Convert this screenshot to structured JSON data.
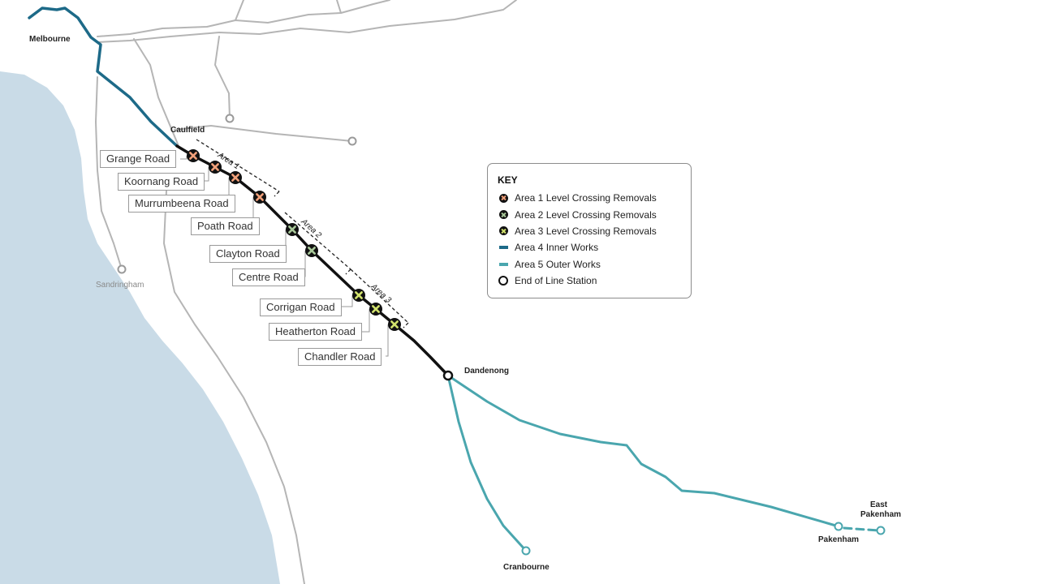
{
  "colors": {
    "water": "#c9dbe7",
    "minor_line": "#b5b5b5",
    "main_line": "#111111",
    "inner_works": "#1d6a88",
    "outer_works": "#4aa6ae",
    "area1_marker": "#f0a07a",
    "area2_marker": "#a9c99a",
    "area3_marker": "#d2e36d"
  },
  "places": {
    "melbourne": "Melbourne",
    "caulfield": "Caulfield",
    "sandringham": "Sandringham",
    "dandenong": "Dandenong",
    "cranbourne": "Cranbourne",
    "pakenham": "Pakenham",
    "east_pakenham_line1": "East",
    "east_pakenham_line2": "Pakenham"
  },
  "areas": {
    "area1": "Area 1",
    "area2": "Area 2",
    "area3": "Area 3"
  },
  "crossings": [
    {
      "name": "Grange Road",
      "area": 1
    },
    {
      "name": "Koornang Road",
      "area": 1
    },
    {
      "name": "Murrumbeena Road",
      "area": 1
    },
    {
      "name": "Poath Road",
      "area": 1
    },
    {
      "name": "Clayton Road",
      "area": 2
    },
    {
      "name": "Centre Road",
      "area": 2
    },
    {
      "name": "Corrigan Road",
      "area": 3
    },
    {
      "name": "Heatherton Road",
      "area": 3
    },
    {
      "name": "Chandler Road",
      "area": 3
    }
  ],
  "key": {
    "title": "KEY",
    "items": [
      {
        "label": "Area 1 Level Crossing Removals",
        "symbol": "cross-marker",
        "color": "#f0a07a"
      },
      {
        "label": "Area 2 Level Crossing Removals",
        "symbol": "cross-marker",
        "color": "#a9c99a"
      },
      {
        "label": "Area 3 Level Crossing Removals",
        "symbol": "cross-marker",
        "color": "#d2e36d"
      },
      {
        "label": "Area 4 Inner Works",
        "symbol": "line-swatch",
        "color": "#1d6a88"
      },
      {
        "label": "Area 5 Outer Works",
        "symbol": "line-swatch",
        "color": "#4aa6ae"
      },
      {
        "label": "End of Line Station",
        "symbol": "ring",
        "color": "#111111"
      }
    ]
  }
}
